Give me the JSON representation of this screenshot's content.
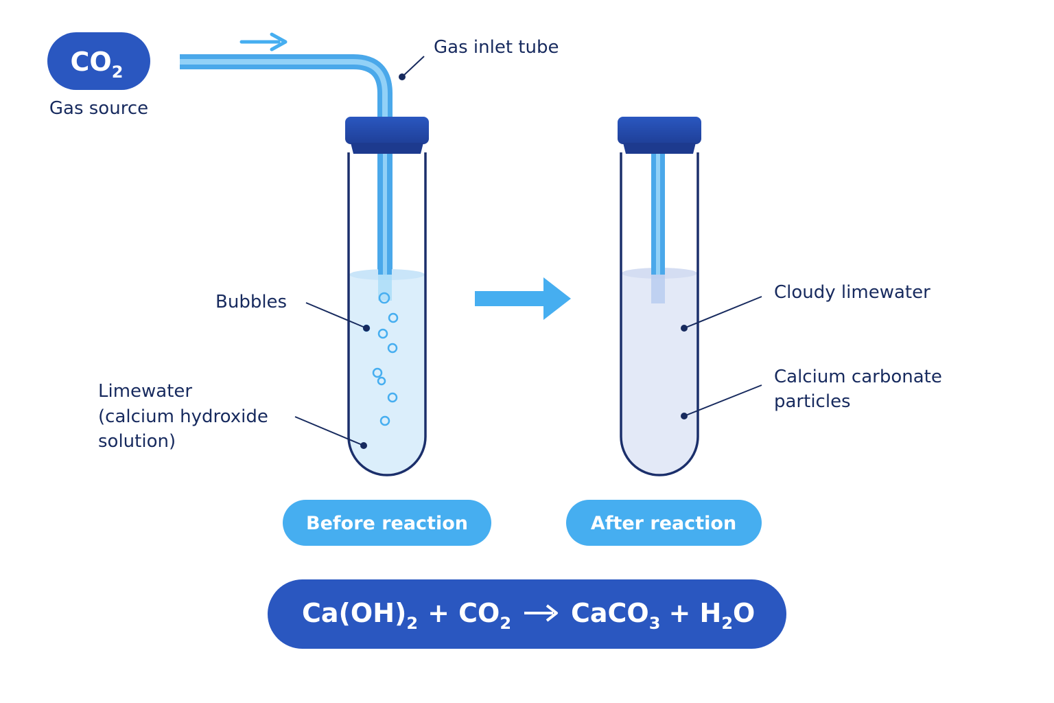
{
  "source": {
    "formula": "CO",
    "formula_sub": "2",
    "label": "Gas source"
  },
  "labels": {
    "gas_inlet_tube": "Gas inlet tube",
    "bubbles": "Bubbles",
    "limewater": [
      "Limewater",
      "(calcium hydroxide",
      "solution)"
    ],
    "cloudy_limewater": "Cloudy limewater",
    "calcium_carbonate": [
      "Calcium carbonate",
      "particles"
    ]
  },
  "stages": {
    "before": "Before reaction",
    "after": "After reaction"
  },
  "equation": {
    "t1": "Ca(OH)",
    "s1": "2",
    "t2": "+ CO",
    "s2": "2",
    "t3": "CaCO",
    "s3": "3",
    "t4": "+ H",
    "s4": "2",
    "t5": "O"
  },
  "colors": {
    "navy": "#1f3a8a",
    "royal": "#2a5bc8",
    "sky": "#46aef0",
    "liquid_clear": "#dbeefb",
    "liquid_cloudy": "#e3e9f7",
    "label_text": "#172a5e"
  }
}
